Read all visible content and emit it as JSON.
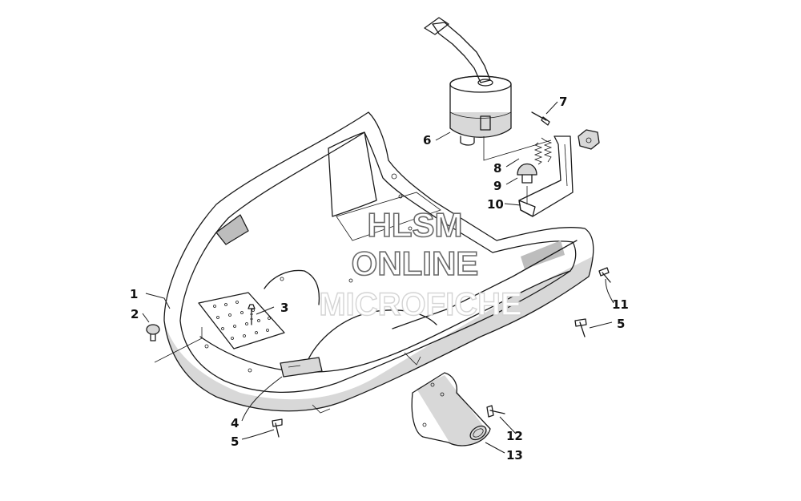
{
  "watermark": {
    "line1": "HLSM",
    "line2": "ONLINE",
    "line3": "MICROFICHE"
  },
  "callouts": [
    {
      "id": "c1",
      "label": "1"
    },
    {
      "id": "c2",
      "label": "2"
    },
    {
      "id": "c3",
      "label": "3"
    },
    {
      "id": "c4",
      "label": "4"
    },
    {
      "id": "c5a",
      "label": "5"
    },
    {
      "id": "c5b",
      "label": "5"
    },
    {
      "id": "c6",
      "label": "6"
    },
    {
      "id": "c7",
      "label": "7"
    },
    {
      "id": "c8",
      "label": "8"
    },
    {
      "id": "c9",
      "label": "9"
    },
    {
      "id": "c10",
      "label": "10"
    },
    {
      "id": "c11",
      "label": "11"
    },
    {
      "id": "c12",
      "label": "12"
    },
    {
      "id": "c13",
      "label": "13"
    }
  ]
}
